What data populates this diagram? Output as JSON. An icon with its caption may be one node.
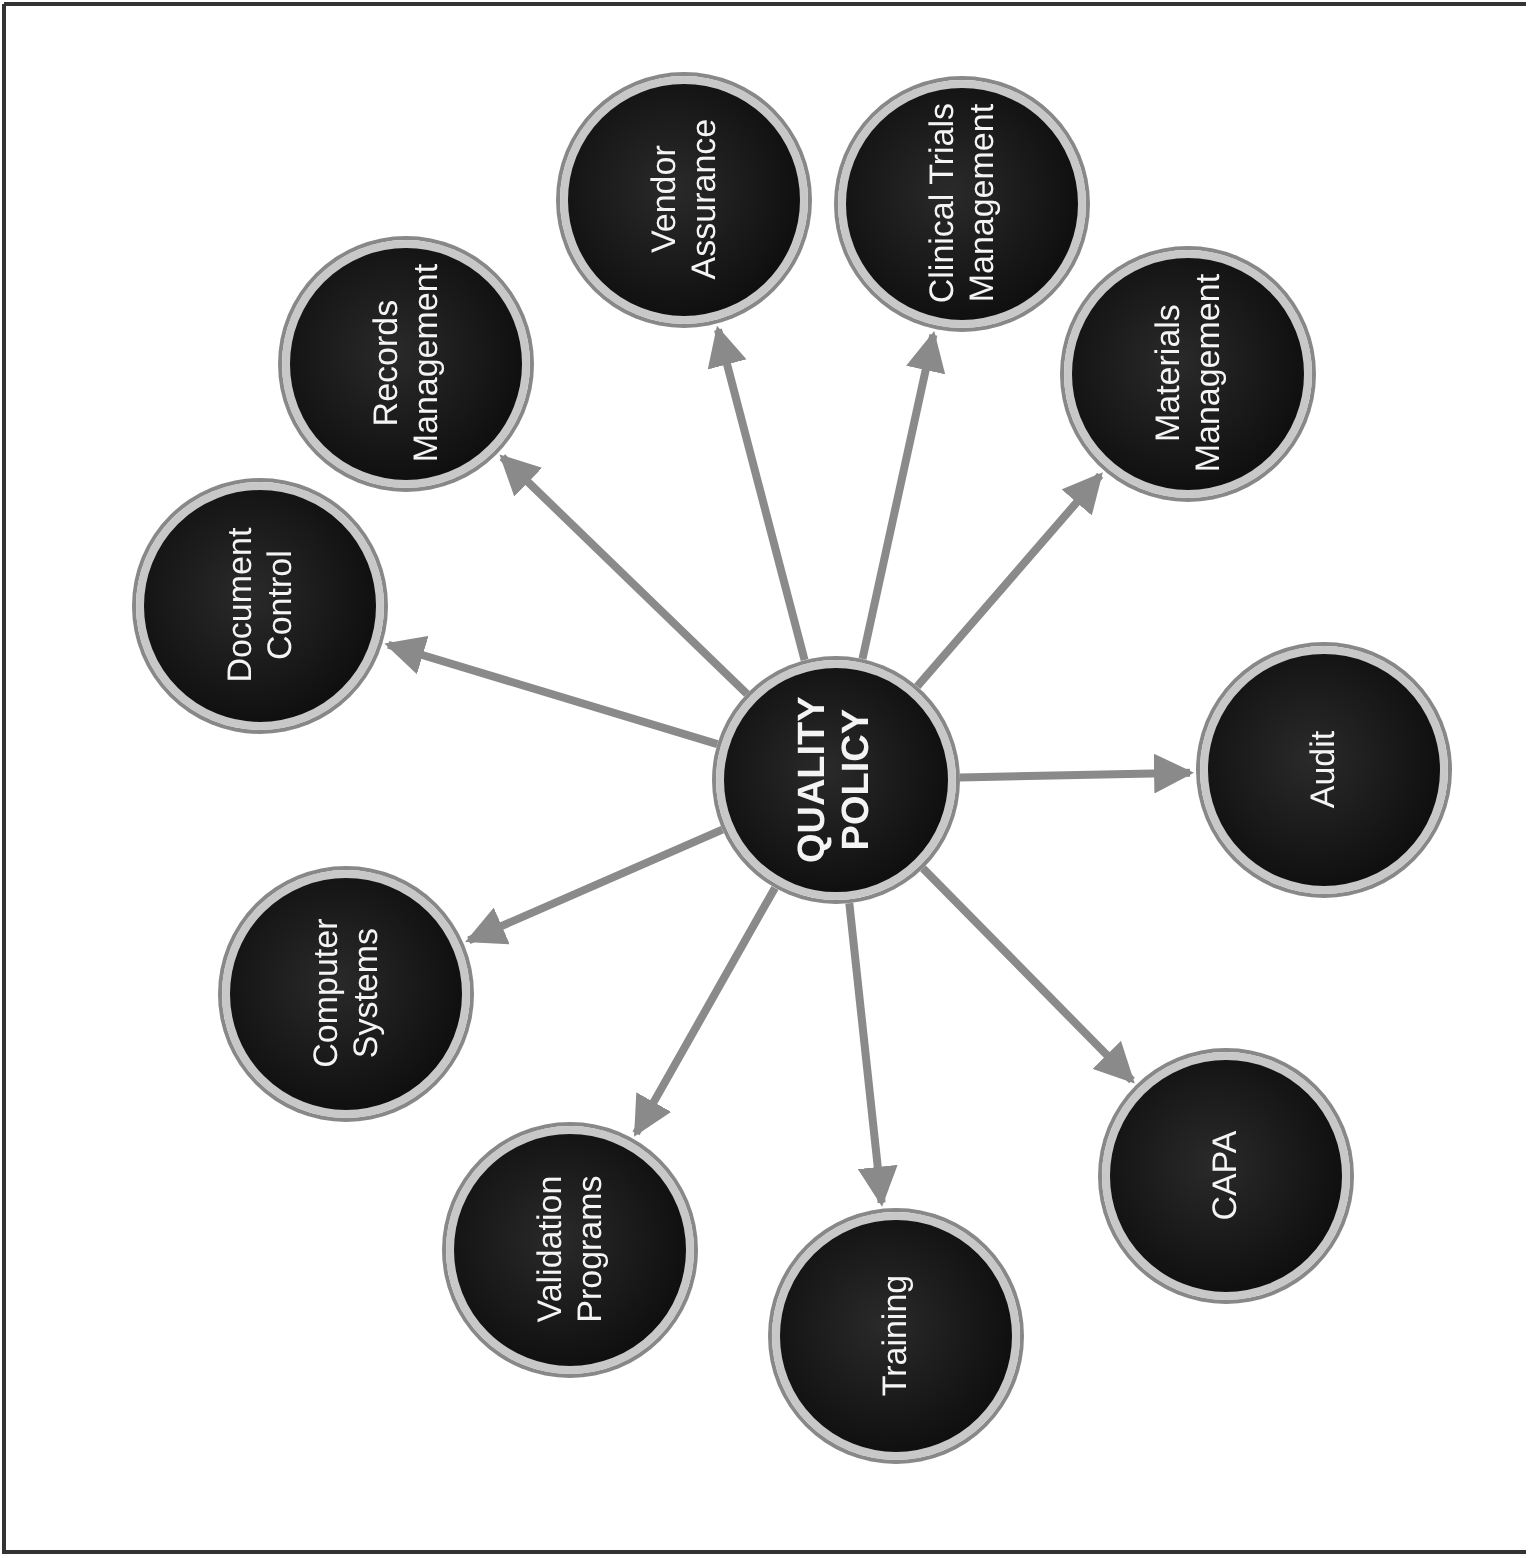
{
  "diagram": {
    "nodes": [
      {
        "text": [
          "QUALITY POLICY"
        ]
      },
      {
        "text": [
          "Vendor Assurance"
        ]
      },
      {
        "text": [
          "Clinical Trials Management"
        ]
      },
      {
        "text": [
          "Records Management"
        ]
      },
      {
        "text": [
          "Materials Management"
        ]
      },
      {
        "text": [
          "Document Control"
        ]
      },
      {
        "text": [
          "Audit"
        ]
      },
      {
        "text": [
          "Computer Systems"
        ]
      },
      {
        "text": [
          "CAPA"
        ]
      },
      {
        "text": [
          "Validation Programs"
        ]
      },
      {
        "text": [
          "Training"
        ]
      }
    ],
    "edges": [
      {
        "from": 0,
        "to": 1,
        "arrow": "to"
      },
      {
        "from": 0,
        "to": 2,
        "arrow": "to"
      },
      {
        "from": 0,
        "to": 3,
        "arrow": "to"
      },
      {
        "from": 0,
        "to": 4,
        "arrow": "to"
      },
      {
        "from": 0,
        "to": 5,
        "arrow": "to"
      },
      {
        "from": 0,
        "to": 6,
        "arrow": "to"
      },
      {
        "from": 0,
        "to": 7,
        "arrow": "to"
      },
      {
        "from": 0,
        "to": 8,
        "arrow": "to"
      },
      {
        "from": 0,
        "to": 9,
        "arrow": "to"
      },
      {
        "from": 0,
        "to": 10,
        "arrow": "to"
      }
    ]
  }
}
